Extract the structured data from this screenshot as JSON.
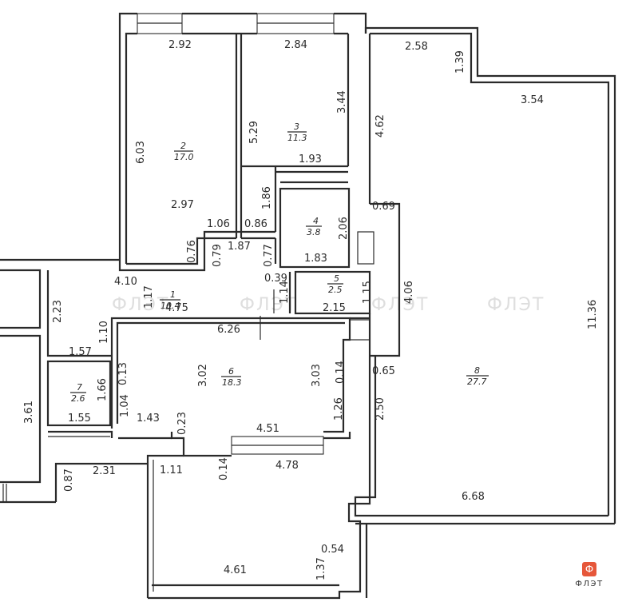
{
  "colors": {
    "wall": "#2a2a2a",
    "logo_accent": "#e6573a",
    "watermark": "#dedede"
  },
  "rooms": [
    {
      "number": "1",
      "area": "10.4"
    },
    {
      "number": "2",
      "area": "17.0"
    },
    {
      "number": "3",
      "area": "11.3"
    },
    {
      "number": "4",
      "area": "3.8"
    },
    {
      "number": "5",
      "area": "2.5"
    },
    {
      "number": "6",
      "area": "18.3"
    },
    {
      "number": "7",
      "area": "2.6"
    },
    {
      "number": "8",
      "area": "27.7"
    }
  ],
  "dimensions": [
    "2.92",
    "2.84",
    "2.58",
    "1.39",
    "3.54",
    "6.03",
    "5.29",
    "3.44",
    "4.62",
    "1.93",
    "1.86",
    "2.06",
    "2.97",
    "1.06",
    "0.86",
    "0.69",
    "0.76",
    "1.87",
    "0.77",
    "0.79",
    "1.83",
    "4.10",
    "1.17",
    "0.39",
    "1.14",
    "1.15",
    "2.23",
    "4.75",
    "2.15",
    "4.06",
    "11.36",
    "6.26",
    "1.10",
    "1.57",
    "0.13",
    "3.02",
    "3.03",
    "0.14",
    "0.65",
    "1.66",
    "1.04",
    "1.55",
    "1.43",
    "0.23",
    "1.26",
    "2.50",
    "4.51",
    "3.61",
    "2.31",
    "0.87",
    "1.11",
    "0.14",
    "4.78",
    "6.68",
    "0.54",
    "4.61",
    "1.37"
  ],
  "watermark": {
    "text": "ФЛЭТ"
  },
  "logo": {
    "icon": "flat-logo-icon",
    "glyph": "Ф",
    "text": "ФЛЭТ"
  }
}
